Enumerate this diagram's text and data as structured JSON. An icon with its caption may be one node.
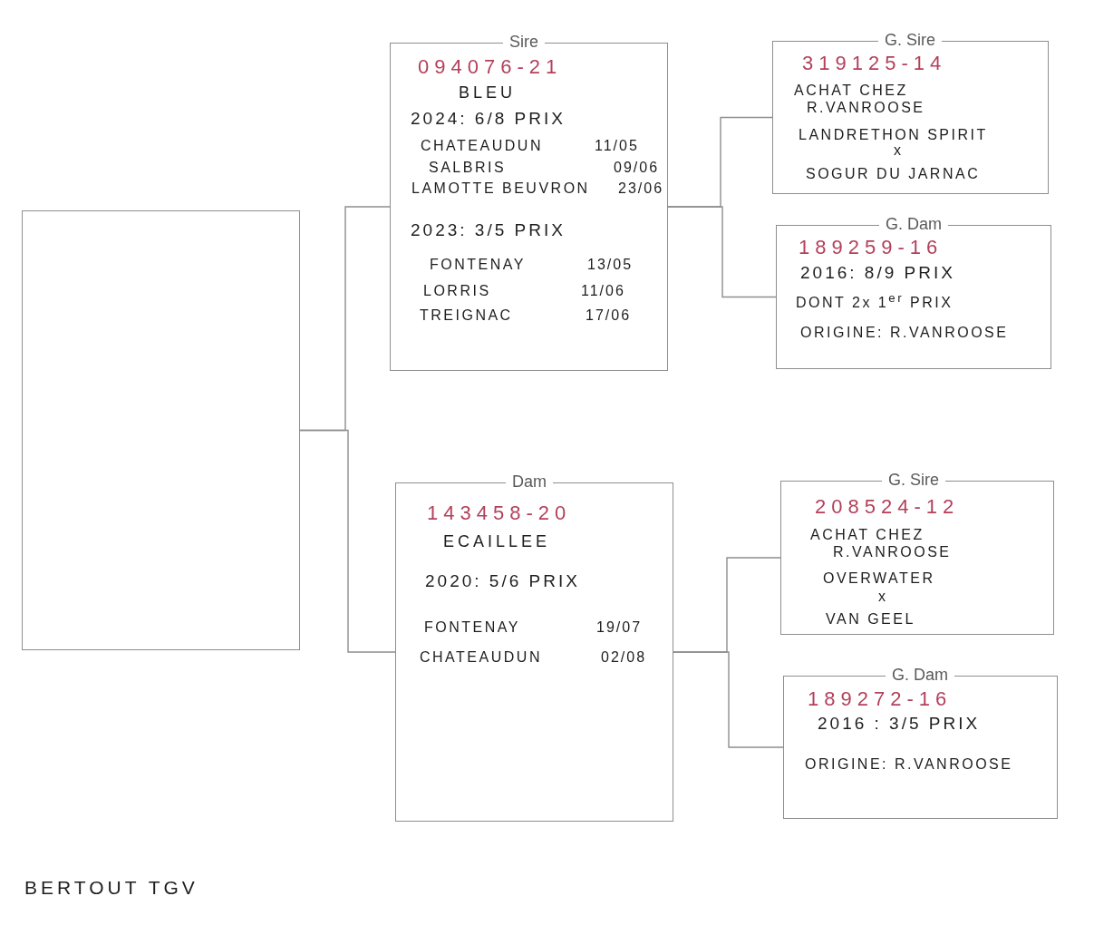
{
  "diagram": {
    "nodes": [
      {
        "text": [],
        "shape": "box"
      },
      {
        "text": [
          "Sire",
          "094076-21",
          "BLEU",
          "2024: 6/8 PRIX",
          "CHATEAUDUN",
          "11/05",
          "SALBRIS",
          "09/06",
          "LAMOTTE BEUVRON",
          "23/06",
          "2023: 3/5 PRIX",
          "FONTENAY",
          "13/05",
          "LORRIS",
          "11/06",
          "TREIGNAC",
          "17/06"
        ]
      },
      {
        "text": [
          "G. Sire",
          "319125-14",
          "ACHAT CHEZ R.VANROOSE",
          "LANDRETHON SPIRIT",
          "x",
          "SOGUR DU JARNAC"
        ]
      },
      {
        "text": [
          "G. Dam",
          "189259-16",
          "2016: 8/9 PRIX",
          "DONT 2x 1$^{er}$ PRIX",
          "ORIGINE: R.VANROOSE"
        ]
      },
      {
        "text": [
          "Dam",
          "143458-20",
          "ECAILLEE",
          "2020: 5/6 PRIX",
          "FONTENAY",
          "19/07",
          "CHATEAUDUN",
          "02/08"
        ]
      },
      {
        "text": [
          "G. Sire",
          "208524-12",
          "ACHAT CHEZ R.VANROOSE",
          "OVERWATER",
          "x",
          "VAN GEEL"
        ]
      },
      {
        "text": [
          "G. Dam",
          "189272-16",
          "2016 : 3/5 PRIX",
          "ORIGINE: R.VANROOSE"
        ]
      }
    ],
    "edges": [
      {
        "from": 0,
        "to": 1,
        "arrow": "none"
      },
      {
        "from": 0,
        "to": 4,
        "arrow": "none"
      },
      {
        "from": 1,
        "to": 2,
        "arrow": "none"
      },
      {
        "from": 1,
        "to": 3,
        "arrow": "none"
      },
      {
        "from": 4,
        "to": 5,
        "arrow": "none"
      },
      {
        "from": 4,
        "to": 6,
        "arrow": "none"
      }
    ],
    "labels": [
      "BERTOUT TGV"
    ]
  }
}
